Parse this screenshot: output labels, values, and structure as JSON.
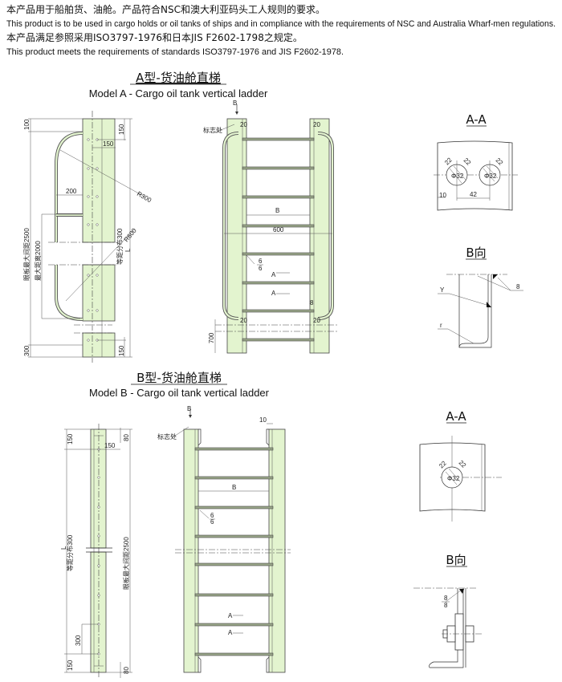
{
  "intro": {
    "line1_cn": "本产品用于船舶货、油舱。产品符合NSC和澳大利亚码头工人规则的要求。",
    "line2_en": "This product is to be used in cargo holds or oil tanks of ships and in compliance with the requirements of NSC and Australia Wharf-men regulations.",
    "line3_cn": "本产品满足参照采用ISO3797-1976和日本JIS F2602-1798之规定。",
    "line4_en": "This product meets the requirements of standards ISO3797-1976 and JIS F2602-1978."
  },
  "model_a": {
    "title_cn": "A型-货油舱直梯",
    "title_en": "Model A - Cargo oil tank vertical ladder",
    "side": {
      "d100_top": "100",
      "d150_top": "150",
      "d150_h": "150",
      "r_top": "R300",
      "d200": "200",
      "eye_max": "眼板最大间距2500",
      "max_dist": "最大距离2000",
      "equal": "等距分布300",
      "r_bot": "R600",
      "L": "L",
      "d300_bot": "300",
      "d150_bot": "150"
    },
    "front": {
      "view_b": "B",
      "mark": "标志处",
      "d20": "20",
      "dim_b": "B",
      "d600": "600",
      "weld_top": "6",
      "weld_bot": "6",
      "sec_a": "A",
      "d8": "8",
      "d700": "700"
    },
    "section_aa": {
      "title": "A-A",
      "d22": "22",
      "dia": "Φ32",
      "d10": "10",
      "d42": "42"
    },
    "view_b": {
      "title": "B向",
      "d8": "8",
      "Y": "Y",
      "r": "r"
    }
  },
  "model_b": {
    "title_cn": "B型-货油舱直梯",
    "title_en": "Model B - Cargo oil tank vertical ladder",
    "side": {
      "d150_top": "150",
      "d80_top": "80",
      "d150_h": "150",
      "equal": "等距分布300",
      "L": "L",
      "eye_max": "眼板最大间距2500",
      "d300": "300",
      "d150_bot": "150",
      "d80_bot": "80"
    },
    "front": {
      "view_b": "B",
      "mark": "标志处",
      "d10": "10",
      "dim_b": "B",
      "weld_top": "6",
      "weld_bot": "6",
      "sec_a": "A"
    },
    "section_aa": {
      "title": "A-A",
      "d22": "22",
      "dia": "Φ32"
    },
    "view_b": {
      "title": "B向",
      "weld_top": "8",
      "weld_bot": "8"
    }
  },
  "colors": {
    "plate": "#e3f4cf",
    "rung": "#9aa78a",
    "line": "#333333"
  }
}
